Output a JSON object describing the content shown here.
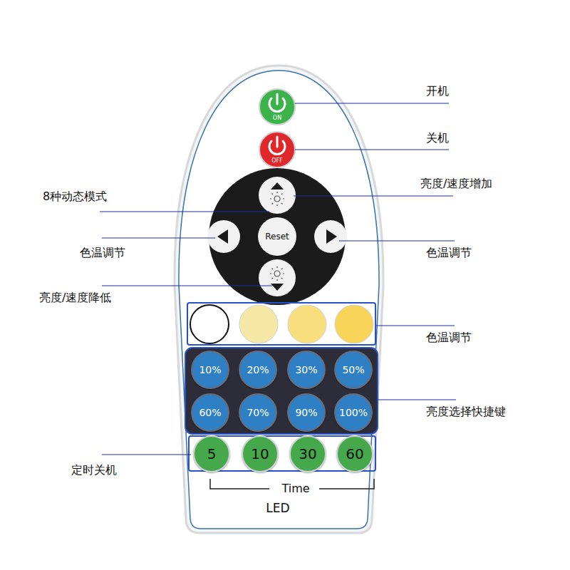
{
  "diagram": {
    "nodes": [
      {
        "text": [
          "ON"
        ]
      },
      {
        "text": [
          "OFF"
        ]
      },
      {
        "text": [
          "Reset"
        ]
      },
      {
        "text": [
          "10%"
        ]
      },
      {
        "text": [
          "20%"
        ]
      },
      {
        "text": [
          "30%"
        ]
      },
      {
        "text": [
          "50%"
        ]
      },
      {
        "text": [
          "60%"
        ]
      },
      {
        "text": [
          "70%"
        ]
      },
      {
        "text": [
          "90%"
        ]
      },
      {
        "text": [
          "100%"
        ]
      },
      {
        "text": [
          "5"
        ]
      },
      {
        "text": [
          "10"
        ]
      },
      {
        "text": [
          "30"
        ]
      },
      {
        "text": [
          "60"
        ]
      }
    ],
    "labels": [
      "开机",
      "关机",
      "亮度/速度增加",
      "8种动态模式",
      "色温调节",
      "色温调节",
      "亮度/速度降低",
      "色温调节",
      "亮度选择快捷键",
      "定时关机",
      "Time",
      "LED"
    ]
  }
}
